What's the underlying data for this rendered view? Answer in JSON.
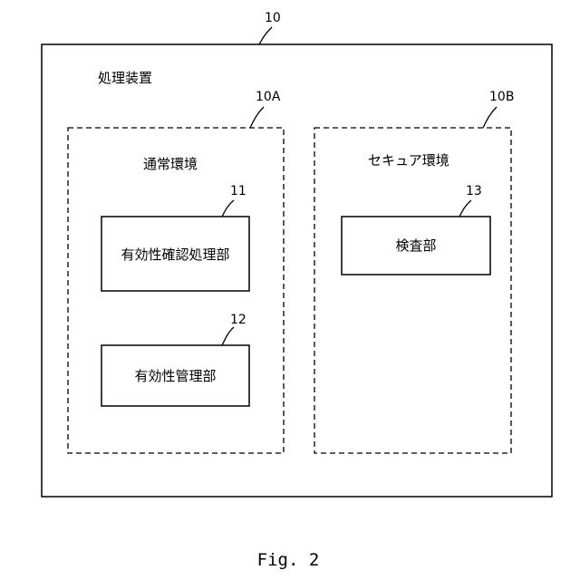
{
  "figure": {
    "caption": "Fig. 2"
  },
  "device": {
    "ref": "10",
    "label": "処理装置"
  },
  "normal_env": {
    "ref": "10A",
    "label": "通常環境",
    "validity_check_unit": {
      "ref": "11",
      "label": "有効性確認処理部"
    },
    "validity_manage_unit": {
      "ref": "12",
      "label": "有効性管理部"
    }
  },
  "secure_env": {
    "ref": "10B",
    "label": "セキュア環境",
    "inspection_unit": {
      "ref": "13",
      "label": "検査部"
    }
  }
}
